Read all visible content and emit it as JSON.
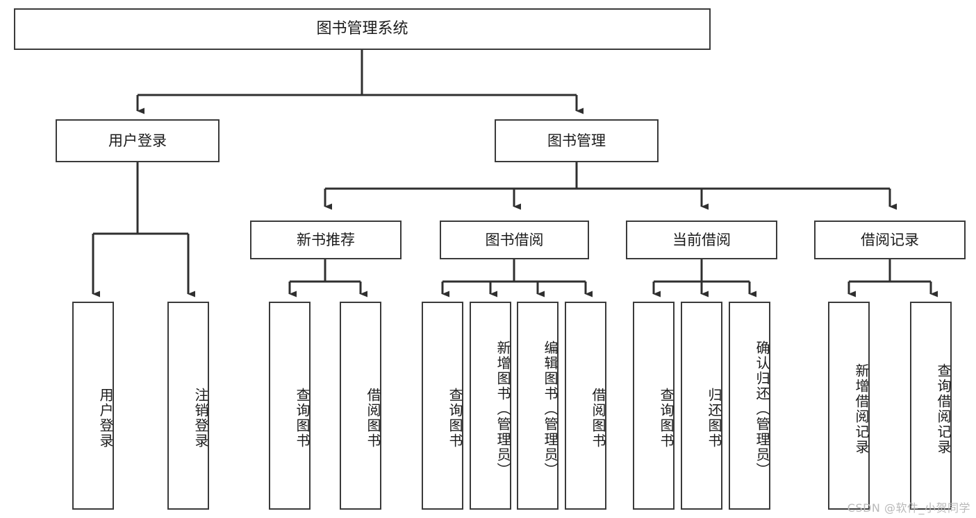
{
  "diagram": {
    "title": "图书管理系统",
    "watermark": "CSDN @软件_小贺同学",
    "levels": {
      "root": {
        "label": "图书管理系统"
      },
      "level2": [
        {
          "label": "用户登录"
        },
        {
          "label": "图书管理"
        }
      ],
      "level3": [
        {
          "label": "新书推荐"
        },
        {
          "label": "图书借阅"
        },
        {
          "label": "当前借阅"
        },
        {
          "label": "借阅记录"
        }
      ],
      "leaves": [
        {
          "label": "用户登录",
          "parent": "用户登录"
        },
        {
          "label": "注销登录",
          "parent": "用户登录"
        },
        {
          "label": "查询图书",
          "parent": "新书推荐"
        },
        {
          "label": "借阅图书",
          "parent": "新书推荐"
        },
        {
          "label": "查询图书",
          "parent": "图书借阅"
        },
        {
          "label": "新增图书（管理员）",
          "parent": "图书借阅"
        },
        {
          "label": "编辑图书（管理员）",
          "parent": "图书借阅"
        },
        {
          "label": "借阅图书",
          "parent": "图书借阅"
        },
        {
          "label": "查询图书",
          "parent": "当前借阅"
        },
        {
          "label": "归还图书",
          "parent": "当前借阅"
        },
        {
          "label": "确认归还（管理员）",
          "parent": "当前借阅"
        },
        {
          "label": "新增借阅记录",
          "parent": "借阅记录"
        },
        {
          "label": "查询借阅记录",
          "parent": "借阅记录"
        }
      ]
    },
    "colors": {
      "stroke": "#3a3a3a",
      "text": "#1b1b1b",
      "background": "#ffffff",
      "watermark": "#b9b9b9"
    }
  }
}
